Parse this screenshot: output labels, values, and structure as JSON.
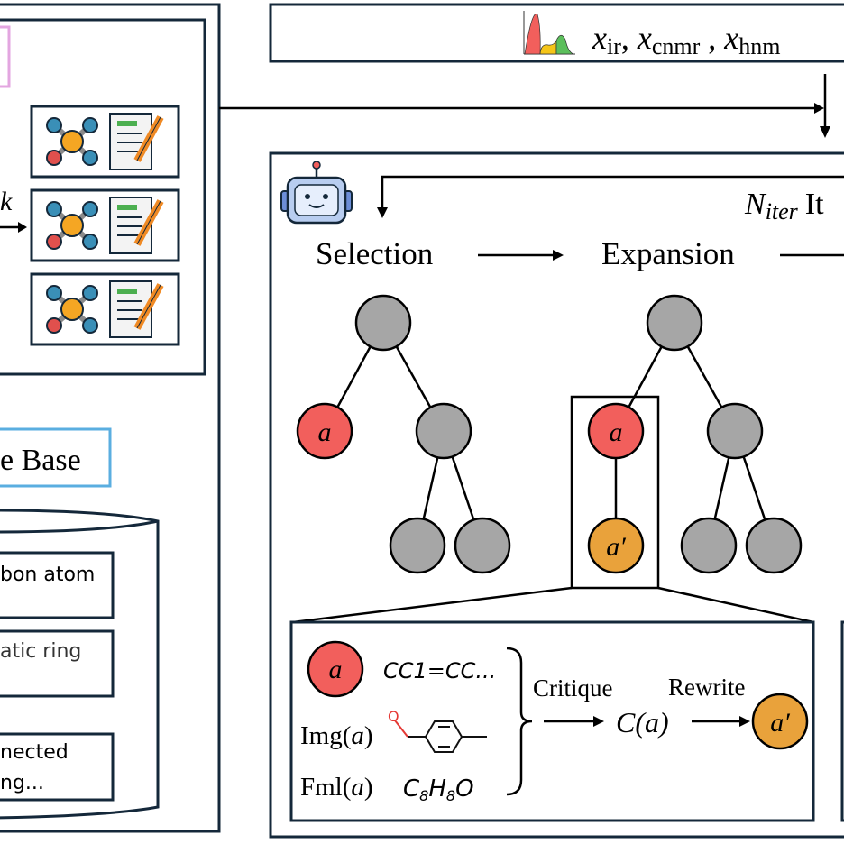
{
  "colors": {
    "node_gray": "#a6a6a6",
    "node_selected": "#f25f5c",
    "node_expanded": "#e9a23b",
    "frame": "#14283a",
    "kb_border": "#5aaee0",
    "pink_box": "#e3a6e0"
  },
  "left": {
    "k_label": "k",
    "knowledge_base_label": "e Base",
    "kb_entries": [
      {
        "line1": "bon atom",
        "line2": ""
      },
      {
        "line1": "atic ring",
        "line2": ""
      },
      {
        "line1": "nected",
        "line2": "ng..."
      }
    ]
  },
  "spectra": {
    "x_var": "x",
    "subs": [
      "ir",
      "cnmr",
      "hnm"
    ],
    "icon": "spectrum-chart-icon"
  },
  "mcts": {
    "agent_icon": "robot-icon",
    "iter_label": "N",
    "iter_sub": "iter",
    "iter_suffix": "It",
    "steps": [
      "Selection",
      "Expansion"
    ],
    "node_a": "a",
    "node_a_prime": "a′"
  },
  "detail": {
    "node": "a",
    "smiles": "CC1=CC...",
    "img_label": "Img(",
    "img_arg": "a",
    "fml_label": "Fml(",
    "fml_arg": "a",
    "close_paren": ")",
    "formula": {
      "C": "C",
      "c_n": "8",
      "H": "H",
      "h_n": "8",
      "O": "O"
    },
    "critique_label": "Critique",
    "critique_out": "C(a)",
    "rewrite_label": "Rewrite",
    "result_node": "a′",
    "aldehyde_o": "O"
  }
}
